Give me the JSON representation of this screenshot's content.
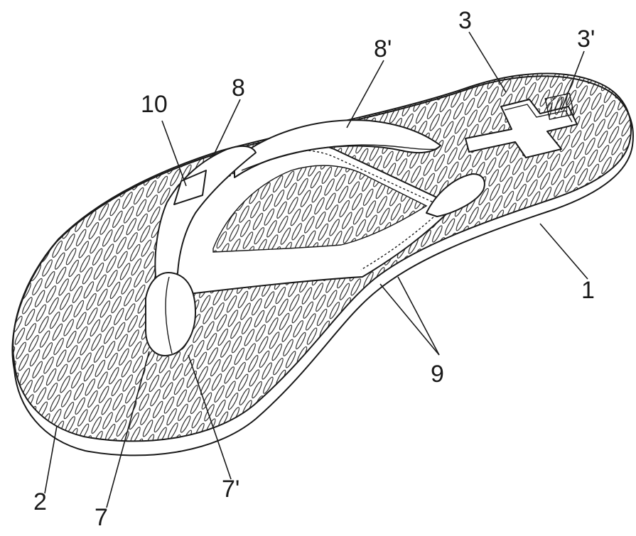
{
  "figure": {
    "reference_numerals": {
      "sole": "1",
      "sole_edge": "2",
      "logo_recess": "3",
      "logo_recess_alt": "3'",
      "toe_post": "7",
      "toe_post_alt": "7'",
      "strap": "8",
      "strap_alt": "8'",
      "stitching": "9",
      "strap_joint": "10"
    },
    "colors": {
      "line": "#1a1a1a",
      "background": "#ffffff"
    }
  }
}
